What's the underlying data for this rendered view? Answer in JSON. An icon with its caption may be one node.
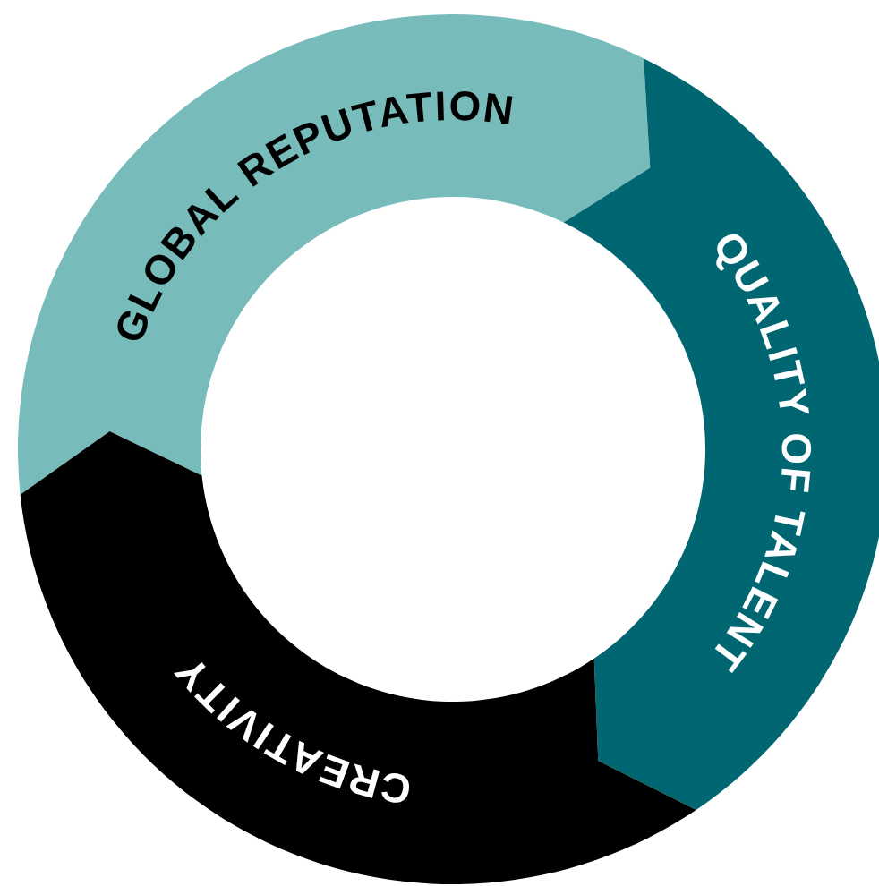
{
  "diagram": {
    "nodes": [
      {
        "text": [
          "GLOBAL REPUTATION"
        ]
      },
      {
        "text": [
          "QUALITY OF TALENT"
        ]
      },
      {
        "text": [
          "CREATIVITY"
        ]
      }
    ]
  }
}
